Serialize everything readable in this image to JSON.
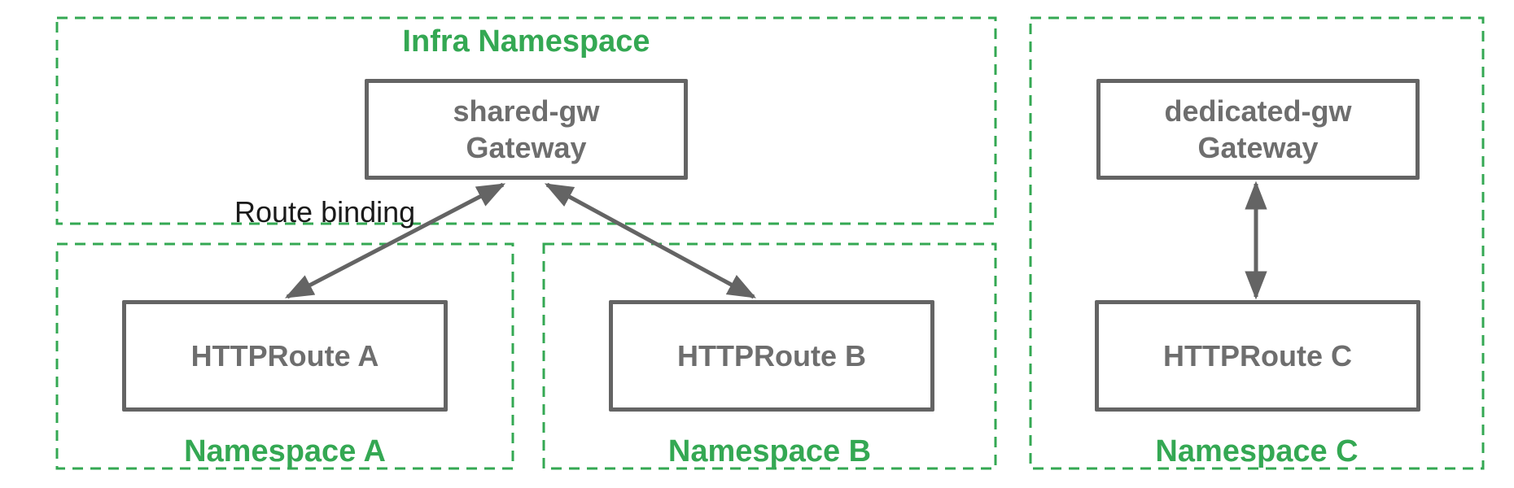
{
  "diagram": {
    "kind": "kubernetes-gateway-namespace-diagram",
    "colors": {
      "namespace_border_green": "#34A853",
      "namespace_label_green": "#34A853",
      "node_border_gray": "#646464",
      "node_text_gray": "#6E6E6E",
      "arrow_gray": "#646464",
      "annotation_black": "#1A1A1A",
      "background": "#FFFFFF"
    },
    "namespaces": {
      "infra": {
        "label": "Infra Namespace"
      },
      "a": {
        "label": "Namespace A"
      },
      "b": {
        "label": "Namespace B"
      },
      "c": {
        "label": "Namespace C"
      }
    },
    "nodes": {
      "shared_gw": {
        "name": "shared-gw",
        "kind": "Gateway"
      },
      "dedicated_gw": {
        "name": "dedicated-gw",
        "kind": "Gateway"
      },
      "route_a": {
        "label": "HTTPRoute A"
      },
      "route_b": {
        "label": "HTTPRoute B"
      },
      "route_c": {
        "label": "HTTPRoute C"
      }
    },
    "annotations": {
      "route_binding_label": "Route binding"
    },
    "edges": [
      {
        "from": "route_a",
        "to": "shared_gw",
        "style": "double-arrow"
      },
      {
        "from": "route_b",
        "to": "shared_gw",
        "style": "double-arrow"
      },
      {
        "from": "route_c",
        "to": "dedicated_gw",
        "style": "double-arrow"
      }
    ]
  }
}
